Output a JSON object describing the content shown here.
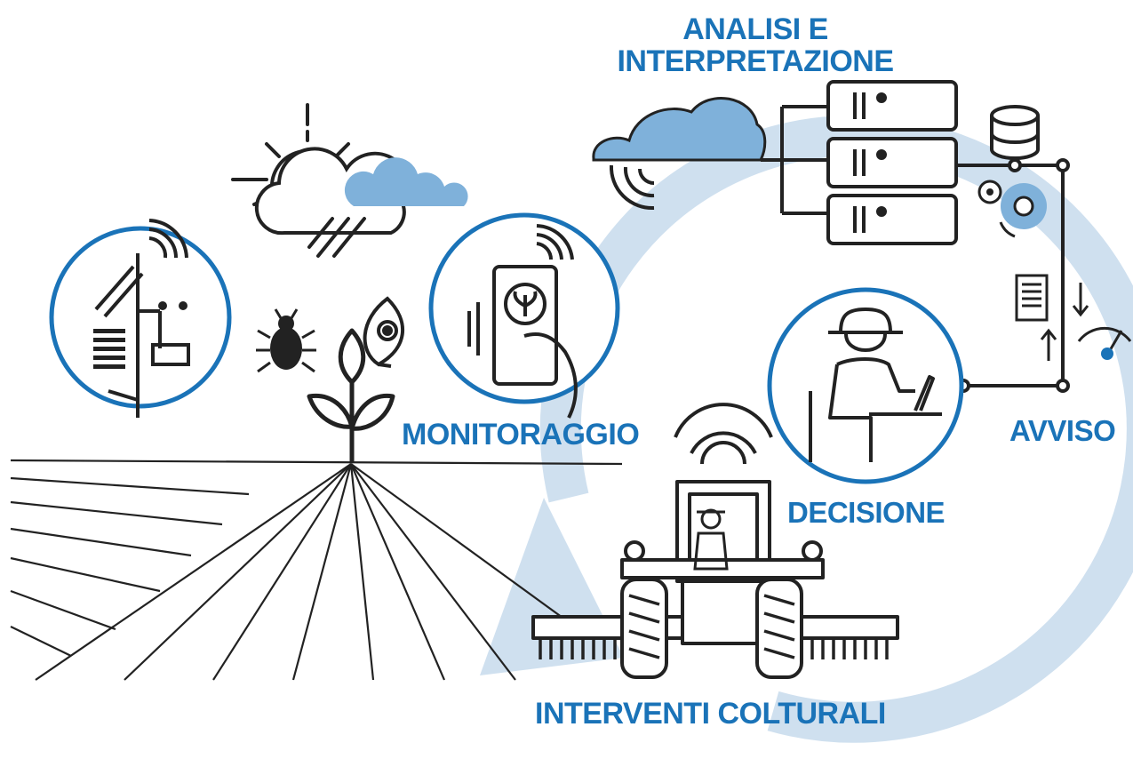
{
  "labels": {
    "analysis_line1": "ANALISI E",
    "analysis_line2": "INTERPRETAZIONE",
    "monitoring": "MONITORAGGIO",
    "decision": "DECISIONE",
    "alert": "AVVISO",
    "interventions": "INTERVENTI COLTURALI"
  },
  "colors": {
    "label_blue": "#1a73b8",
    "circle_blue": "#1a73b8",
    "cycle_arrow_light_blue": "#cfe0ef",
    "cloud_blue": "#7fb1da",
    "line_dark": "#222222"
  },
  "icons": [
    "weather-station-icon",
    "sun-cloud-rain-icon",
    "bug-icon",
    "leaf-disease-icon",
    "plant-sprout-icon",
    "smartphone-app-icon",
    "cloud-icon",
    "server-rack-icon",
    "database-icon",
    "gears-icon",
    "document-icon",
    "gauge-icon",
    "farmer-laptop-icon",
    "tractor-icon",
    "wifi-signal-icon"
  ]
}
